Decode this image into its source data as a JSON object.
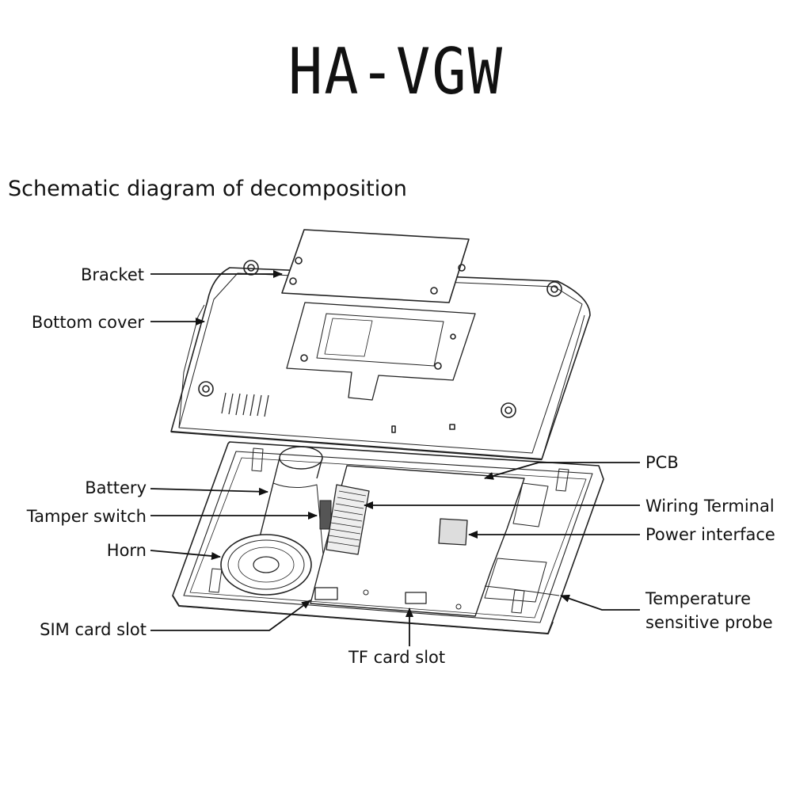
{
  "title": "HA-VGW",
  "subtitle": "Schematic diagram of decomposition",
  "labels": {
    "bracket": "Bracket",
    "bottom_cover": "Bottom cover",
    "battery": "Battery",
    "tamper_switch": "Tamper switch",
    "horn": "Horn",
    "sim_card_slot": "SIM card slot",
    "tf_card_slot": "TF card slot",
    "pcb": "PCB",
    "wiring_terminal": "Wiring Terminal",
    "power_interface": "Power interface",
    "temperature_probe_line1": "Temperature",
    "temperature_probe_line2": "sensitive probe"
  }
}
